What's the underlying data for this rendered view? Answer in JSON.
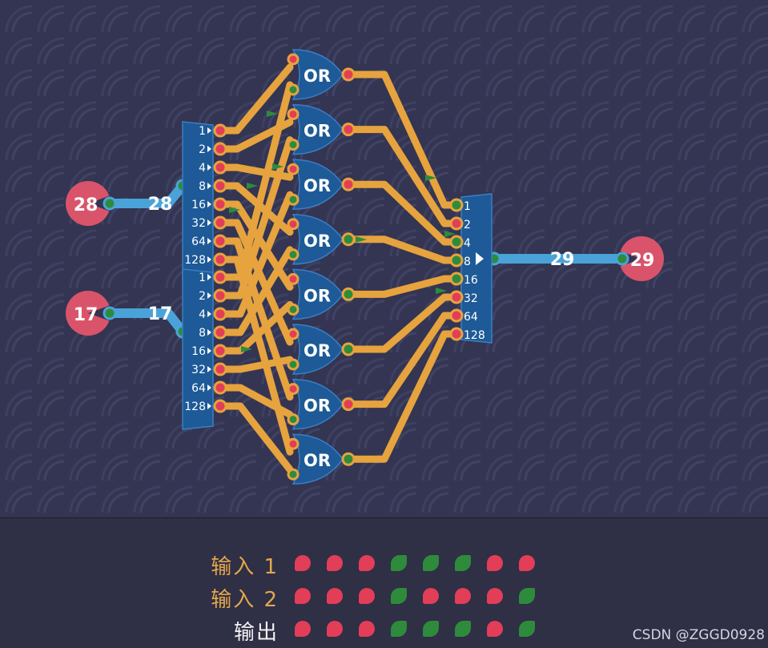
{
  "circuit": {
    "input_a": {
      "value": "28",
      "label": "28"
    },
    "input_b": {
      "value": "17",
      "label": "17"
    },
    "output": {
      "value": "29",
      "label": "29"
    },
    "gate_label": "OR",
    "gate_count": 8,
    "bit_labels": [
      "1",
      "2",
      "4",
      "8",
      "16",
      "32",
      "64",
      "128"
    ]
  },
  "panel": {
    "rows": [
      {
        "label": "输入 1",
        "bits": [
          false,
          false,
          false,
          true,
          true,
          true,
          false,
          false
        ]
      },
      {
        "label": "输入 2",
        "bits": [
          false,
          false,
          false,
          true,
          false,
          false,
          false,
          true
        ]
      },
      {
        "label": "输出",
        "bits": [
          false,
          false,
          false,
          true,
          true,
          true,
          false,
          true
        ]
      }
    ]
  },
  "watermark": "CSDN @ZGGD0928",
  "colors": {
    "wire_orange": "#e6a33e",
    "wire_blue": "#4aa3d8",
    "gate_blue": "#1d5a97",
    "pin_red": "#e23e58",
    "pin_green": "#2e8b3c",
    "node_red": "#d9546a"
  }
}
